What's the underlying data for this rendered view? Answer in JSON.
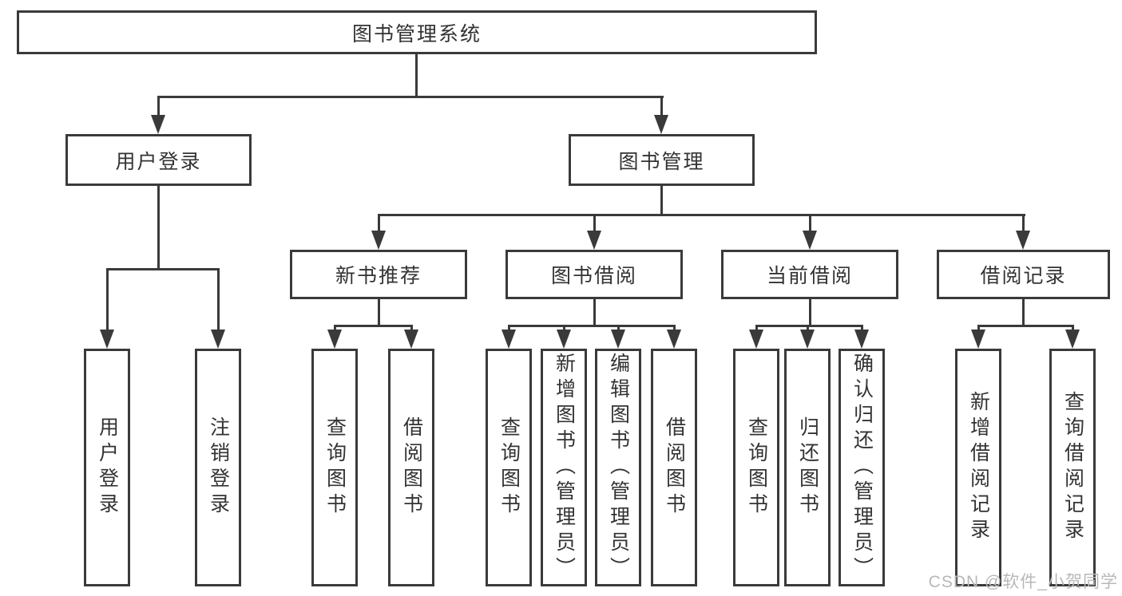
{
  "tree": {
    "root": "图书管理系统",
    "login": {
      "label": "用户登录",
      "children": [
        "用户登录",
        "注销登录"
      ]
    },
    "mgmt": {
      "label": "图书管理",
      "sections": [
        {
          "label": "新书推荐",
          "children": [
            "查询图书",
            "借阅图书"
          ]
        },
        {
          "label": "图书借阅",
          "children": [
            "查询图书",
            "新增图书（管理员）",
            "编辑图书（管理员）",
            "借阅图书"
          ]
        },
        {
          "label": "当前借阅",
          "children": [
            "查询图书",
            "归还图书",
            "确认归还（管理员）"
          ]
        },
        {
          "label": "借阅记录",
          "children": [
            "新增借阅记录",
            "查询借阅记录"
          ]
        }
      ]
    }
  },
  "watermark": "CSDN @软件_小贺同学",
  "colors": {
    "line": "#3a3a3a",
    "text": "#333333",
    "watermark": "#b8b8b8",
    "background": "#ffffff"
  }
}
